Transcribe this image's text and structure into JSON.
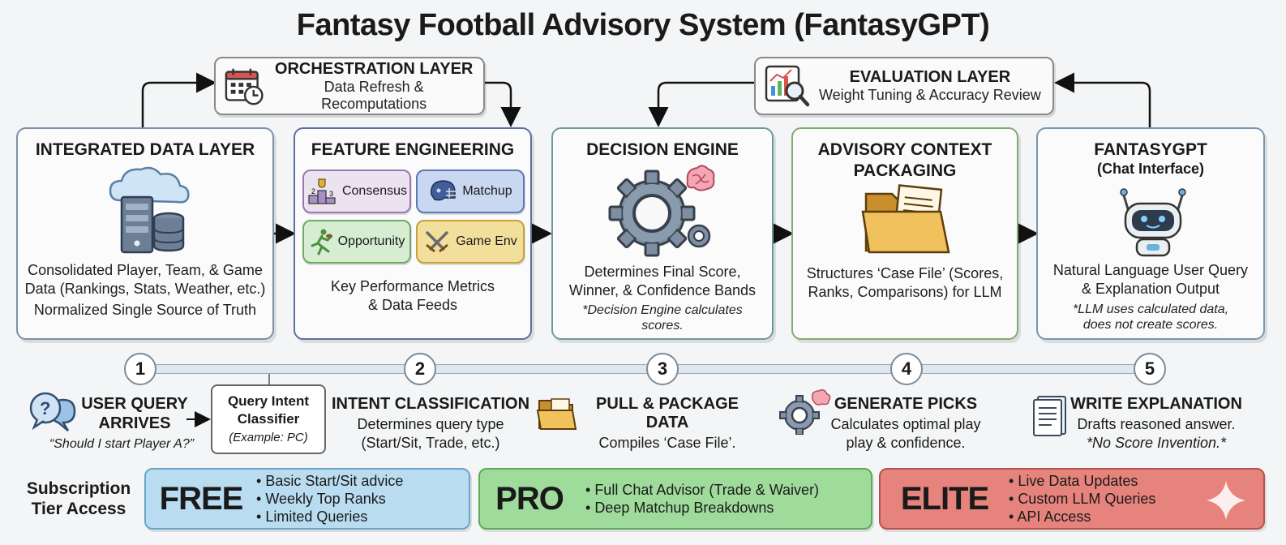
{
  "title": "Fantasy Football Advisory System (FantasyGPT)",
  "orchestration": {
    "title": "ORCHESTRATION LAYER",
    "subtitle": "Data Refresh & Recomputations",
    "icon": "calendar-clock-icon"
  },
  "evaluation": {
    "title": "EVALUATION LAYER",
    "subtitle": "Weight Tuning & Accuracy Review",
    "icon": "chart-magnifier-icon"
  },
  "panels": {
    "data": {
      "title": "INTEGRATED DATA LAYER",
      "desc1": "Consolidated Player, Team, & Game",
      "desc2": "Data (Rankings, Stats, Weather, etc.)",
      "desc3": "Normalized Single Source of Truth",
      "icon": "cloud-database-icon"
    },
    "feature": {
      "title": "FEATURE ENGINEERING",
      "chips": [
        "Consensus",
        "Matchup",
        "Opportunity",
        "Game Env"
      ],
      "desc1": "Key Performance Metrics",
      "desc2": "& Data Feeds"
    },
    "decision": {
      "title": "DECISION ENGINE",
      "desc1": "Determines Final Score,",
      "desc2": "Winner, & Confidence Bands",
      "note1": "*Decision Engine calculates",
      "note2": "scores.",
      "icon": "gears-brain-icon"
    },
    "context": {
      "title1": "ADVISORY CONTEXT",
      "title2": "PACKAGING",
      "desc1": "Structures ‘Case File’ (Scores,",
      "desc2": "Ranks, Comparisons) for  LLM",
      "icon": "folder-document-icon"
    },
    "gpt": {
      "title": "FANTASYGPT",
      "subtitle": "(Chat Interface)",
      "desc1": "Natural Language User Query",
      "desc2": "& Explanation Output",
      "note1": "*LLM uses calculated data,",
      "note2": "does not create scores.",
      "icon": "robot-icon"
    }
  },
  "steps": {
    "numbers": [
      "1",
      "2",
      "3",
      "4",
      "5"
    ],
    "query": {
      "title1": "USER QUERY",
      "title2": "ARRIVES",
      "example": "“Should I start Player A?”"
    },
    "classifier": {
      "title1": "Query Intent",
      "title2": "Classifier",
      "example": "(Example: PC)"
    },
    "intent": {
      "title": "INTENT CLASSIFICATION",
      "desc1": "Determines query type",
      "desc2": "(Start/Sit, Trade, etc.)"
    },
    "pull": {
      "title": "PULL & PACKAGE DATA",
      "desc1": "Compiles ‘Case File’."
    },
    "picks": {
      "title": "GENERATE PICKS",
      "desc1": "Calculates optimal play",
      "desc2": "play & confidence."
    },
    "explain": {
      "title": "WRITE EXPLANATION",
      "desc1": "Drafts reasoned answer.",
      "desc2": "*No Score Invention.*"
    }
  },
  "subscription": {
    "label1": "Subscription",
    "label2": "Tier Access",
    "tiers": [
      {
        "name": "FREE",
        "color": "#b9dcf0",
        "border": "#6aa5c8",
        "features": [
          "Basic Start/Sit advice",
          "Weekly Top Ranks",
          "Limited Queries"
        ]
      },
      {
        "name": "PRO",
        "color": "#9fdc9c",
        "border": "#5daa5a",
        "features": [
          "Full Chat Advisor (Trade & Waiver)",
          "Deep Matchup Breakdowns"
        ]
      },
      {
        "name": "ELITE",
        "color": "#e7837d",
        "border": "#b8524c",
        "features": [
          "Live Data Updates",
          "Custom LLM Queries",
          "API Access"
        ]
      }
    ]
  }
}
